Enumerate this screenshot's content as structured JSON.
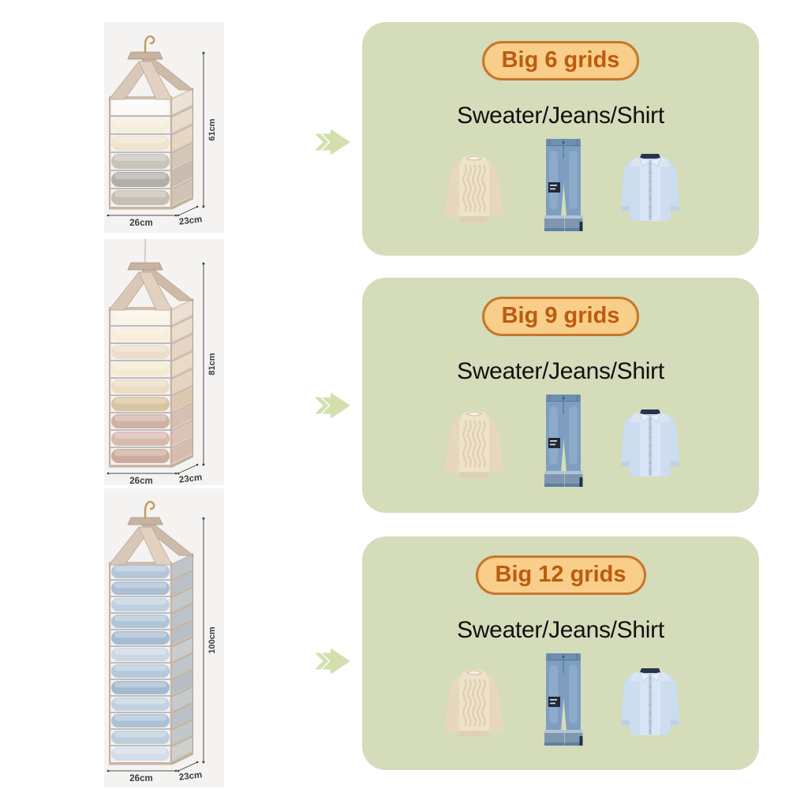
{
  "colors": {
    "page_bg": "#ffffff",
    "photo_bg": "#f4f3f1",
    "panel_bg": "#d5dcba",
    "badge_bg": "#f9cd8a",
    "badge_border": "#c8762a",
    "badge_text": "#bb5c0e",
    "title_text": "#111111",
    "arrow": "#d3dfad",
    "dim_color": "#3c3c3c",
    "strap": "#d9c7b7",
    "strap_light": "#e2d1c1",
    "strap_dark": "#cdbaa9",
    "cap": "#c7b3a2",
    "hook": "#c09a5e",
    "frame_edge": "#c4b1a0",
    "shelf_line": "#aeaeac"
  },
  "products": [
    {
      "name": "6-grid hanging closet organizer",
      "grids": 6,
      "hanger_style": "hook",
      "height_label": "61cm",
      "width_label": "26cm",
      "depth_label": "23cm",
      "side_color": "#dccabb",
      "shelf_colors": [
        "#fbfaf8",
        "#f6eedd",
        "#f0e3cf",
        "#c9c3ba",
        "#b3aea7",
        "#c6beb2"
      ]
    },
    {
      "name": "9-grid hanging closet organizer",
      "grids": 9,
      "hanger_style": "cord",
      "height_label": "81cm",
      "width_label": "26cm",
      "depth_label": "23cm",
      "side_color": "#dfccbf",
      "shelf_colors": [
        "#faf4e6",
        "#f7edda",
        "#eedcca",
        "#f6ead2",
        "#ecdcc3",
        "#d8c49f",
        "#cfb0a4",
        "#d8b9ac",
        "#cdab9e"
      ]
    },
    {
      "name": "12-grid hanging closet organizer",
      "grids": 12,
      "hanger_style": "hook",
      "height_label": "100cm",
      "width_label": "26cm",
      "depth_label": "23cm",
      "side_color": "#c8c2b8",
      "shelf_colors": [
        "#b3c6da",
        "#a9bed4",
        "#c0d0e0",
        "#b0c4d8",
        "#a5bbd1",
        "#cbd8e4",
        "#b6c8da",
        "#a3b9cf",
        "#c2d1e0",
        "#adc1d6",
        "#bccddc",
        "#d3dde8"
      ]
    }
  ],
  "panels": [
    {
      "badge_label": "Big 6 grids",
      "title": "Sweater/Jeans/Shirt",
      "items": [
        "sweater-image",
        "jeans-image",
        "shirt-image"
      ]
    },
    {
      "badge_label": "Big 9 grids",
      "title": "Sweater/Jeans/Shirt",
      "items": [
        "sweater-image",
        "jeans-image",
        "shirt-image"
      ]
    },
    {
      "badge_label": "Big 12 grids",
      "title": "Sweater/Jeans/Shirt",
      "items": [
        "sweater-image",
        "jeans-image",
        "shirt-image"
      ]
    }
  ]
}
